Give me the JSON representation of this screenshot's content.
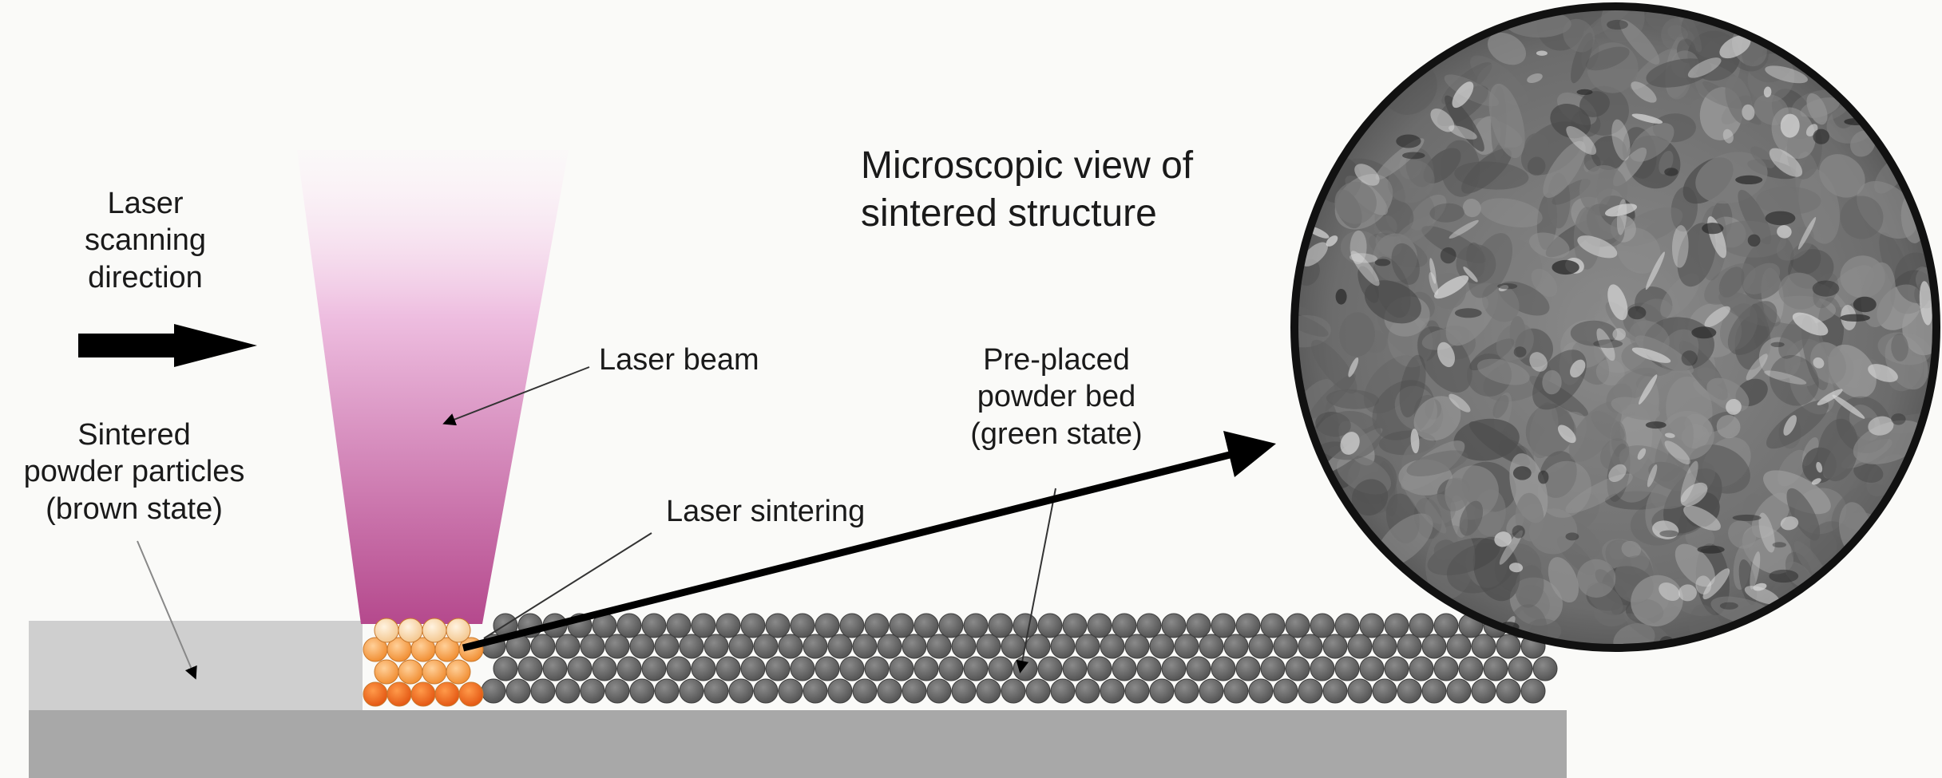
{
  "labels": {
    "scan_direction": [
      "Laser",
      "scanning",
      "direction"
    ],
    "sintered_particles": [
      "Sintered",
      "powder particles",
      "(brown state)"
    ],
    "laser_beam": "Laser beam",
    "laser_sintering": "Laser sintering",
    "powder_bed": [
      "Pre-placed",
      "powder bed",
      "(green state)"
    ],
    "microscopic_view": [
      "Microscopic view of",
      "sintered structure"
    ]
  },
  "colors": {
    "background": "#fafaf8",
    "substrate": "#a8a8a8",
    "sintered_layer": "#cfcfcf",
    "powder_particle": "#5e5e5e",
    "beam_top": "#fdf1f9",
    "beam_bottom": "#b5498d",
    "hot_particle_light": "#f8d6a8",
    "hot_particle_dark": "#ef6a1a",
    "microscope_rim": "#111111",
    "sem_gray": "#7a7a7a"
  },
  "icons": [
    "scan-direction-arrow-icon",
    "zoom-arrow-icon"
  ]
}
